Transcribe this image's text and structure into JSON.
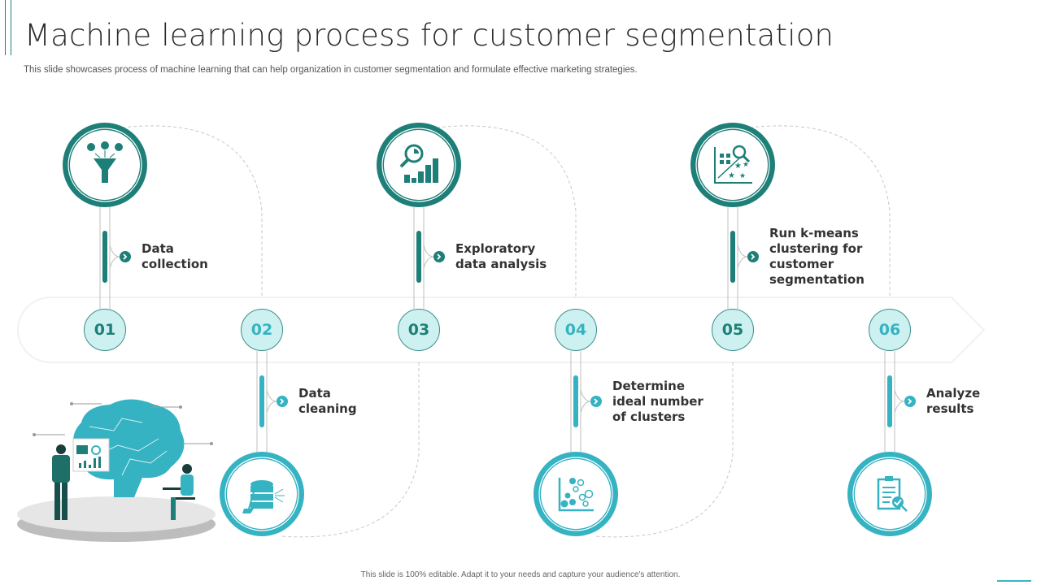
{
  "header": {
    "title": "Machine learning process for customer segmentation",
    "subtitle": "This slide showcases process of machine learning that can help organization in customer segmentation and formulate effective marketing strategies."
  },
  "steps": [
    {
      "number": "01",
      "label": "Data collection",
      "lines": [
        "Data",
        "collection"
      ],
      "icon": "funnel-data-icon",
      "color": "#1e7f78",
      "position": "top"
    },
    {
      "number": "02",
      "label": "Data cleaning",
      "lines": [
        "Data",
        "cleaning"
      ],
      "icon": "database-cleaning-icon",
      "color": "#35b3c2",
      "position": "bottom"
    },
    {
      "number": "03",
      "label": "Exploratory data analysis",
      "lines": [
        "Exploratory",
        "data analysis"
      ],
      "icon": "magnifier-chart-icon",
      "color": "#1e7f78",
      "position": "top"
    },
    {
      "number": "04",
      "label": "Determine ideal number of clusters",
      "lines": [
        "Determine",
        "ideal number",
        "of clusters"
      ],
      "icon": "scatter-clusters-icon",
      "color": "#35b3c2",
      "position": "bottom"
    },
    {
      "number": "05",
      "label": "Run k-means clustering for customer segmentation",
      "lines": [
        "Run k-means",
        "clustering for",
        "customer",
        "segmentation"
      ],
      "icon": "kmeans-scatter-icon",
      "color": "#1e7f78",
      "position": "top"
    },
    {
      "number": "06",
      "label": "Analyze results",
      "lines": [
        "Analyze",
        "results"
      ],
      "icon": "clipboard-check-icon",
      "color": "#35b3c2",
      "position": "bottom"
    }
  ],
  "illustration": {
    "name": "brain-network-illustration"
  },
  "footer": {
    "text": "This slide is 100% editable. Adapt it to your needs and capture your audience's attention."
  },
  "colors": {
    "dark_teal": "#1e7f78",
    "light_teal": "#35b3c2",
    "number_fill": "#cdf0f0"
  }
}
